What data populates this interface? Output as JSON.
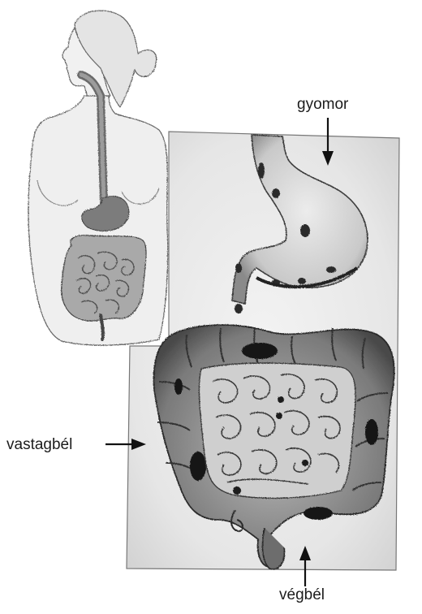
{
  "labels": {
    "stomach": "gyomor",
    "large_intestine": "vastagbél",
    "rectum": "végbél"
  }
}
